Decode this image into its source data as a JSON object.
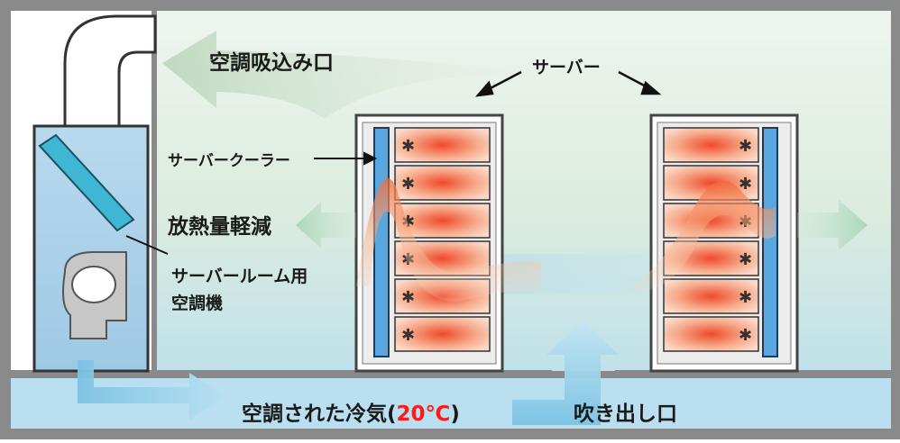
{
  "labels": {
    "intake": "空調吸込み口",
    "server": "サーバー",
    "server_cooler": "サーバークーラー",
    "heat_reduction": "放熱量軽減",
    "room_ac_line1": "サーバールーム用",
    "room_ac_line2": "空調機",
    "cooled_air_prefix": "空調された冷気(",
    "cooled_air_temp": "20℃",
    "cooled_air_suffix": ")",
    "outlet": "吹き出し口"
  },
  "colors": {
    "frame": "#8a8a8a",
    "room_top": "#e9f3ec",
    "room_bottom": "#c6e4ea",
    "ac_unit": "#a9cfe6",
    "coil": "#3fb6d3",
    "cooler_panel": "#5aa6de",
    "heat": "#f05a35",
    "cool_arrow": "#8fcfe8",
    "return_arrow": "#cfe3cf",
    "temp_highlight": "#ff1a1a"
  }
}
